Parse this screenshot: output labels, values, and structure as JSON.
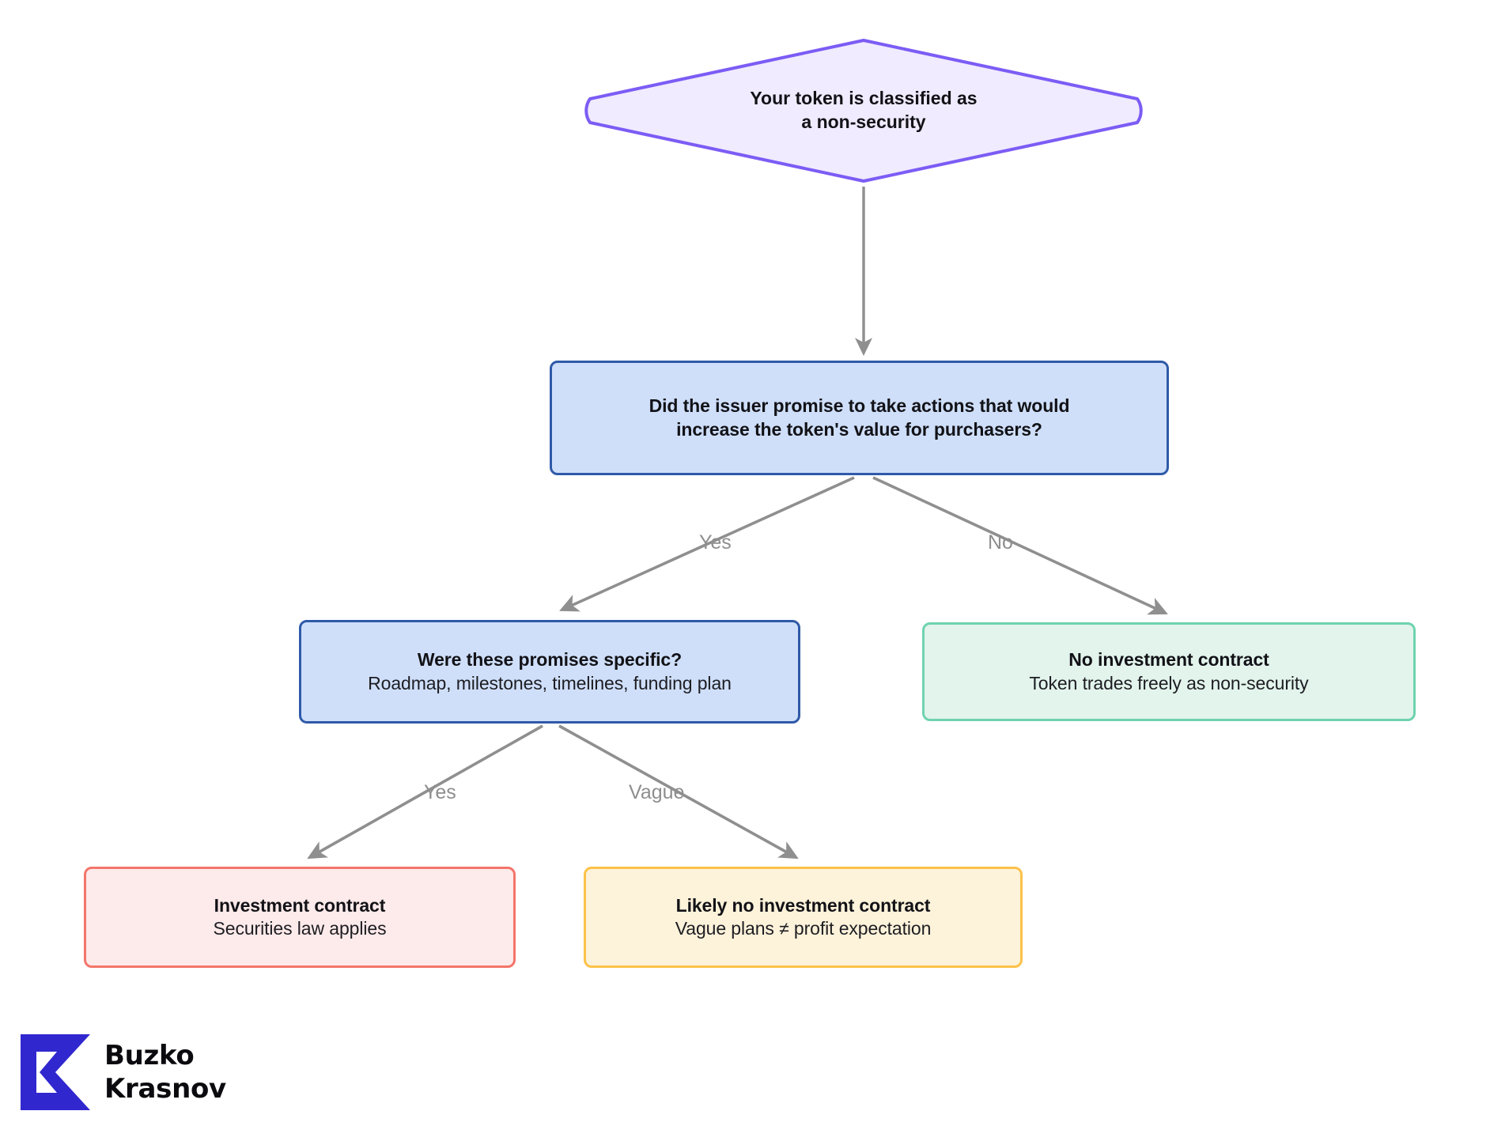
{
  "diagram": {
    "type": "flowchart",
    "orientation": "top-down",
    "title": "Token non-security investment contract decision tree",
    "colors": {
      "start_fill": "#f0ebfe",
      "start_stroke": "#7c5cf5",
      "decision_fill": "#cfdffa",
      "decision_stroke": "#2f5aa8",
      "green_fill": "#e2f4ec",
      "green_stroke": "#6ed3ae",
      "red_fill": "#fdeaea",
      "red_stroke": "#f4756a",
      "yellow_fill": "#fdf2da",
      "yellow_stroke": "#fbc249",
      "edge": "#8f8f8f",
      "edge_label": "#8e8e8e",
      "logo": "#3127cf"
    },
    "nodes": [
      {
        "id": "start",
        "shape": "diamond",
        "title_line1": "Your token is classified as",
        "title_line2": "a non-security"
      },
      {
        "id": "q1",
        "shape": "rounded-rect",
        "kind": "decision",
        "title_line1": "Did the issuer promise to take actions that would",
        "title_line2": "increase the token's value for purchasers?"
      },
      {
        "id": "q2",
        "shape": "rounded-rect",
        "kind": "decision",
        "title": "Were these promises specific?",
        "subtitle": "Roadmap, milestones, timelines, funding plan"
      },
      {
        "id": "no-contract",
        "shape": "rounded-rect",
        "kind": "outcome-green",
        "title": "No investment contract",
        "subtitle": "Token trades freely as non-security"
      },
      {
        "id": "investment-contract",
        "shape": "rounded-rect",
        "kind": "outcome-red",
        "title": "Investment contract",
        "subtitle": "Securities law applies"
      },
      {
        "id": "likely-no-contract",
        "shape": "rounded-rect",
        "kind": "outcome-yellow",
        "title": "Likely no investment contract",
        "subtitle": "Vague plans ≠ profit expectation"
      }
    ],
    "edges": [
      {
        "from": "start",
        "to": "q1",
        "label": ""
      },
      {
        "from": "q1",
        "to": "q2",
        "label": "Yes"
      },
      {
        "from": "q1",
        "to": "no-contract",
        "label": "No"
      },
      {
        "from": "q2",
        "to": "investment-contract",
        "label": "Yes"
      },
      {
        "from": "q2",
        "to": "likely-no-contract",
        "label": "Vague"
      }
    ]
  },
  "logo": {
    "mark": "buzko-krasnov-k-mark",
    "line1": "Buzko",
    "line2": "Krasnov"
  }
}
